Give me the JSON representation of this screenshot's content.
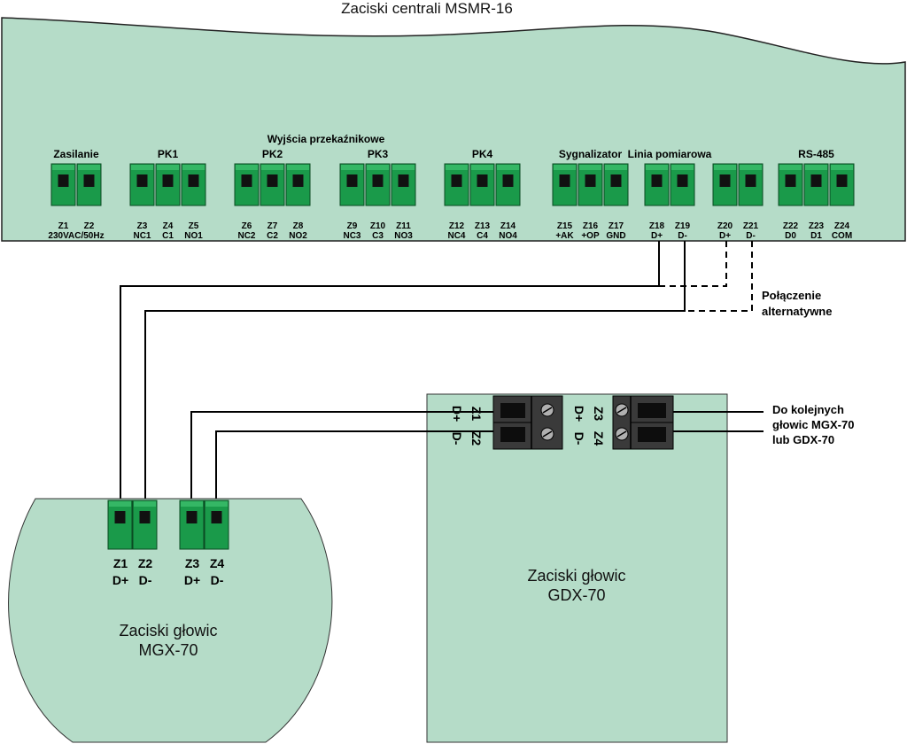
{
  "title": "Zaciski centrali MSMR-16",
  "relay_section_label": "Wyjścia przekaźnikowe",
  "groups": [
    {
      "label": "Zasilanie",
      "terminals": [
        {
          "z": "Z1",
          "sig": ""
        },
        {
          "z": "Z2",
          "sig": ""
        }
      ],
      "shared_sig": "230VAC/50Hz"
    },
    {
      "label": "PK1",
      "terminals": [
        {
          "z": "Z3",
          "sig": "NC1"
        },
        {
          "z": "Z4",
          "sig": "C1"
        },
        {
          "z": "Z5",
          "sig": "NO1"
        }
      ]
    },
    {
      "label": "PK2",
      "terminals": [
        {
          "z": "Z6",
          "sig": "NC2"
        },
        {
          "z": "Z7",
          "sig": "C2"
        },
        {
          "z": "Z8",
          "sig": "NO2"
        }
      ]
    },
    {
      "label": "PK3",
      "terminals": [
        {
          "z": "Z9",
          "sig": "NC3"
        },
        {
          "z": "Z10",
          "sig": "C3"
        },
        {
          "z": "Z11",
          "sig": "NO3"
        }
      ]
    },
    {
      "label": "PK4",
      "terminals": [
        {
          "z": "Z12",
          "sig": "NC4"
        },
        {
          "z": "Z13",
          "sig": "C4"
        },
        {
          "z": "Z14",
          "sig": "NO4"
        }
      ]
    },
    {
      "label": "Sygnalizator",
      "terminals": [
        {
          "z": "Z15",
          "sig": "+AK"
        },
        {
          "z": "Z16",
          "sig": "+OP"
        },
        {
          "z": "Z17",
          "sig": "GND"
        }
      ]
    },
    {
      "label": "Linia pomiarowa",
      "terminals": [
        {
          "z": "Z18",
          "sig": "D+"
        },
        {
          "z": "Z19",
          "sig": "D-"
        }
      ]
    },
    {
      "label": "",
      "terminals": [
        {
          "z": "Z20",
          "sig": "D+"
        },
        {
          "z": "Z21",
          "sig": "D-"
        }
      ]
    },
    {
      "label": "RS-485",
      "terminals": [
        {
          "z": "Z22",
          "sig": "D0"
        },
        {
          "z": "Z23",
          "sig": "D1"
        },
        {
          "z": "Z24",
          "sig": "COM"
        }
      ]
    }
  ],
  "alt_connection_label": [
    "Połączenie",
    "alternatywne"
  ],
  "mgx": {
    "label": [
      "Zaciski głowic",
      "MGX-70"
    ],
    "terminals": [
      {
        "z": "Z1",
        "sig": "D+"
      },
      {
        "z": "Z2",
        "sig": "D-"
      },
      {
        "z": "Z3",
        "sig": "D+"
      },
      {
        "z": "Z4",
        "sig": "D-"
      }
    ]
  },
  "gdx": {
    "label": [
      "Zaciski głowic",
      "GDX-70"
    ],
    "terminals": [
      {
        "z": "Z1",
        "sig": "D+"
      },
      {
        "z": "Z2",
        "sig": "D-"
      },
      {
        "z": "Z3",
        "sig": "D+"
      },
      {
        "z": "Z4",
        "sig": "D-"
      }
    ]
  },
  "next_heads_label": [
    "Do kolejnych",
    "głowic MGX-70",
    "lub GDX-70"
  ],
  "colors": {
    "panel": "#b5dcc8",
    "terminal_green": "#1a9a4a",
    "terminal_dark": "#111111",
    "gdx_block": "#3a3a3a",
    "wire": "#000000"
  }
}
